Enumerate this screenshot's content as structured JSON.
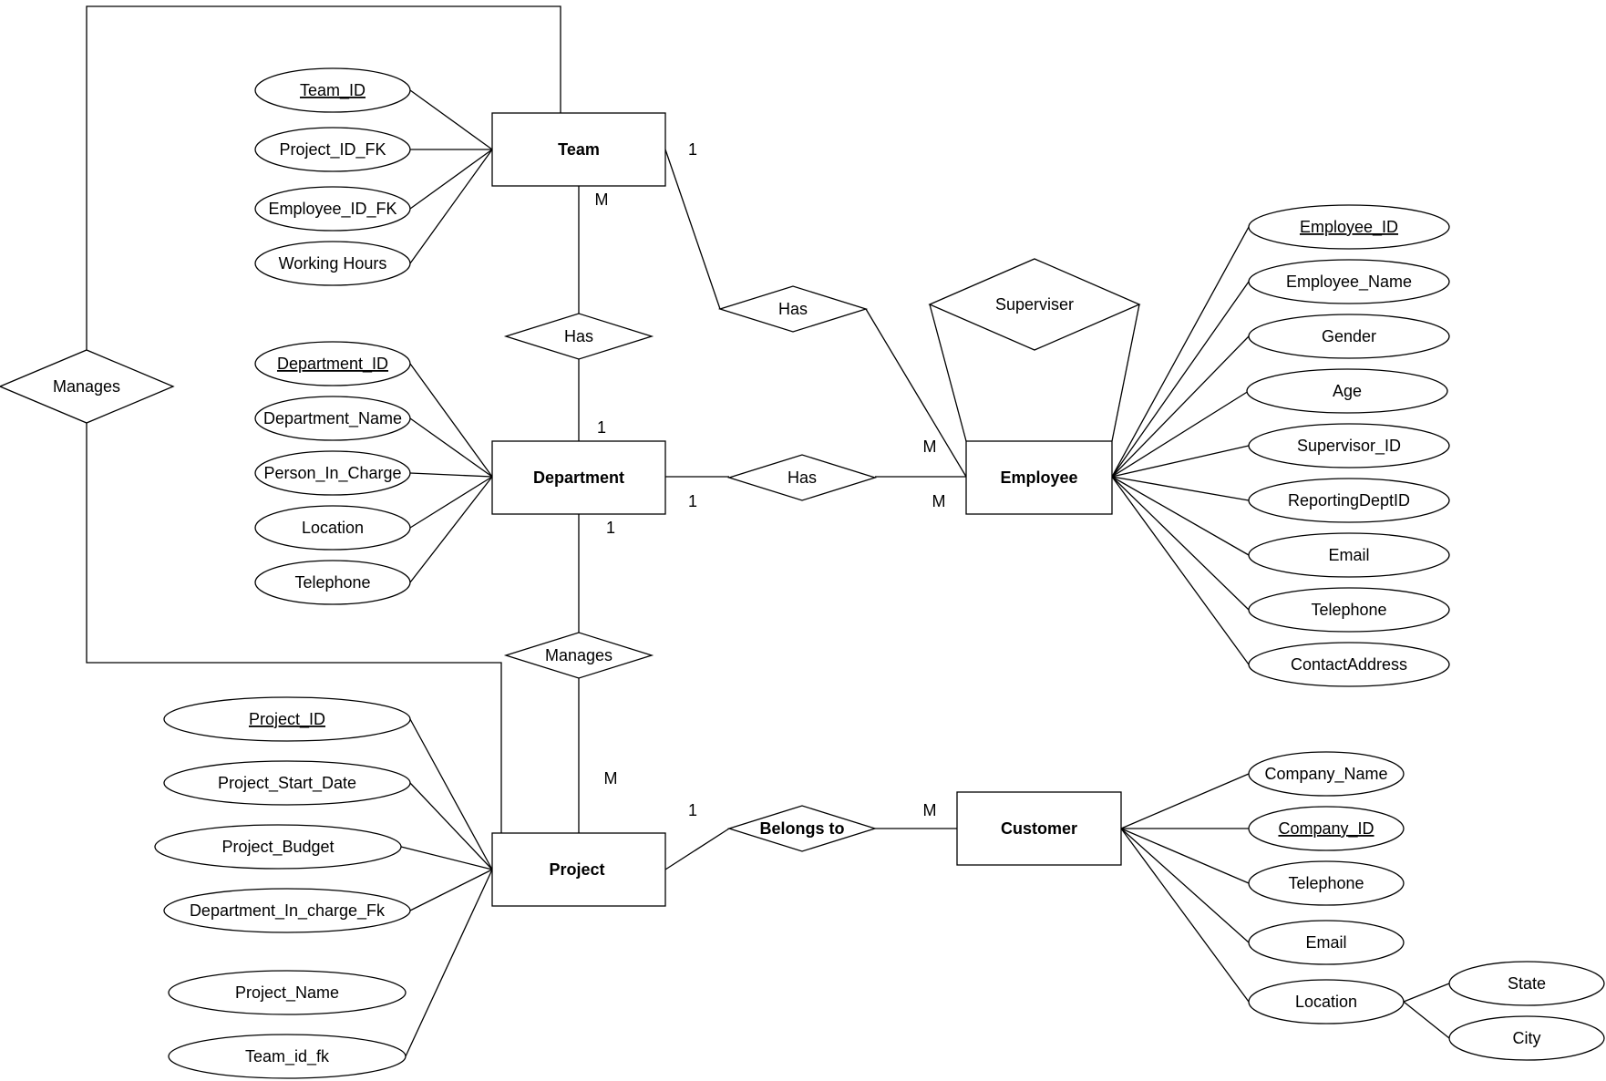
{
  "entities": {
    "team": "Team",
    "department": "Department",
    "employee": "Employee",
    "project": "Project",
    "customer": "Customer"
  },
  "relationships": {
    "team_employee": "Has",
    "team_department": "Has",
    "department_employee": "Has",
    "department_project": "Manages",
    "team_project": "Manages",
    "project_customer": "Belongs to",
    "employee_self": "Superviser"
  },
  "cardinalities": {
    "team_employee_team": "1",
    "team_employee_employee": "M",
    "team_department_team": "M",
    "team_department_department": "1",
    "department_employee_department": "1",
    "department_employee_employee": "M",
    "department_project_department": "1",
    "department_project_project": "M",
    "project_customer_project": "1",
    "project_customer_customer": "M"
  },
  "attributes": {
    "team": [
      "Team_ID",
      "Project_ID_FK",
      "Employee_ID_FK",
      "Working Hours"
    ],
    "department": [
      "Department_ID",
      "Department_Name",
      "Person_In_Charge",
      "Location",
      "Telephone"
    ],
    "employee": [
      "Employee_ID",
      "Employee_Name",
      "Gender",
      "Age",
      "Supervisor_ID",
      "ReportingDeptID",
      "Email",
      "Telephone",
      "ContactAddress"
    ],
    "project": [
      "Project_ID",
      "Project_Start_Date",
      "Project_Budget",
      "Department_In_charge_Fk",
      "Project_Name",
      "Team_id_fk"
    ],
    "customer": [
      "Company_Name",
      "Company_ID",
      "Telephone",
      "Email",
      "Location"
    ],
    "customer_location": [
      "State",
      "City"
    ]
  },
  "primary_keys": [
    "Team_ID",
    "Department_ID",
    "Employee_ID",
    "Project_ID",
    "Company_ID"
  ]
}
